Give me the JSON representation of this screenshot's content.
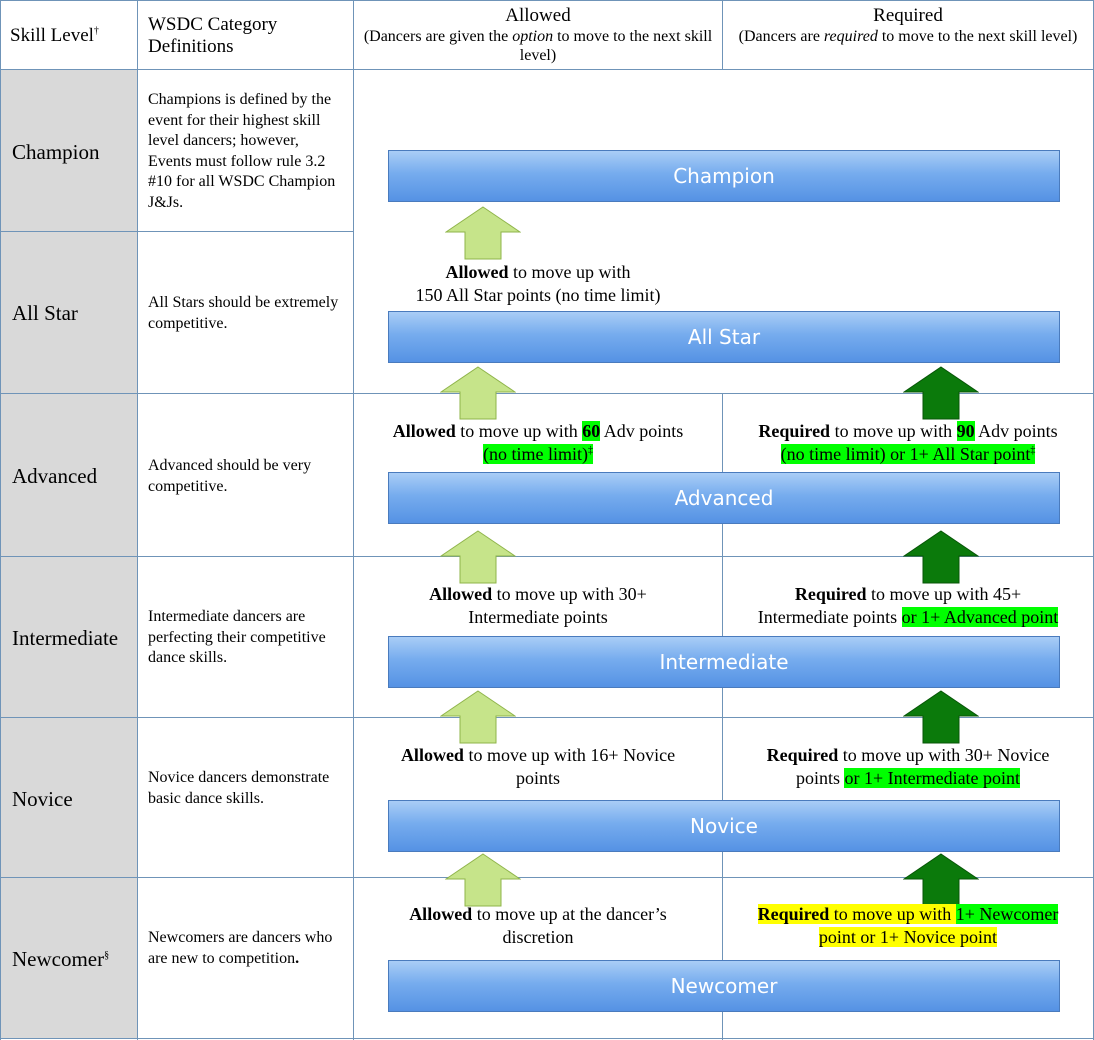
{
  "header": {
    "skill_level": "Skill Level",
    "skill_level_mark": "†",
    "definitions_line1": "WSDC Category",
    "definitions_line2": "Definitions",
    "allowed_title": "Allowed",
    "allowed_sub_pre": "(Dancers are given the ",
    "allowed_sub_em": "option",
    "allowed_sub_post": " to move to the next skill level)",
    "required_title": "Required",
    "required_sub_pre": "(Dancers are ",
    "required_sub_em": "required",
    "required_sub_post": " to move to the next skill level)"
  },
  "levels": [
    {
      "name": "Champion",
      "definition": "Champions is defined by the event for their highest skill level dancers; however, Events must follow rule 3.2 #10 for all WSDC Champion J&Js."
    },
    {
      "name": "All Star",
      "definition": "All Stars should be extremely competitive."
    },
    {
      "name": "Advanced",
      "definition": "Advanced should be very competitive."
    },
    {
      "name": "Intermediate",
      "definition": "Intermediate dancers are perfecting their competitive dance skills."
    },
    {
      "name": "Novice",
      "definition": "Novice dancers demonstrate basic dance skills."
    },
    {
      "name": "Newcomer",
      "name_mark": "§",
      "definition_pre": "Newcomers are dancers who are new to competition",
      "definition_bold": "."
    }
  ],
  "bands": [
    "Champion",
    "All Star",
    "Advanced",
    "Intermediate",
    "Novice",
    "Newcomer"
  ],
  "rules": {
    "allstar_allowed": {
      "bold": "Allowed",
      "l1": " to move up with",
      "l2": "150 All Star points (no time limit)"
    },
    "advanced_allowed": {
      "bold": "Allowed",
      "l1": " to move up with ",
      "num": "60",
      "l1b": " Adv points",
      "l2": "(no time limit)",
      "mark": "‡"
    },
    "advanced_required": {
      "bold": "Required",
      "l1": " to move up with ",
      "num": "90",
      "l1b": " Adv points",
      "l2a": "(no time limit)",
      "l2b": " or 1+ All Star point",
      "mark": "‡"
    },
    "intermediate_allowed": {
      "bold": "Allowed",
      "l1": " to move up with 30+",
      "l2": "Intermediate points"
    },
    "intermediate_required": {
      "bold": "Required",
      "l1": " to move up with 45+",
      "l2a": "Intermediate points ",
      "l2b": "or 1+ Advanced point"
    },
    "novice_allowed": {
      "bold": "Allowed",
      "l1": " to move up with 16+ Novice",
      "l2": "points"
    },
    "novice_required": {
      "bold": "Required",
      "l1": " to move up with 30+ Novice",
      "l2a": "points ",
      "l2b": "or 1+ Intermediate point"
    },
    "newcomer_allowed": {
      "bold": "Allowed",
      "l1": " to move up at the dancer’s",
      "l2": "discretion"
    },
    "newcomer_required": {
      "bold": "Required",
      "l1": " to move up with ",
      "l1b": "1+ Newcomer",
      "l2": "point or 1+ Novice point"
    }
  },
  "colors": {
    "allowed_arrow": "#c6e48a",
    "required_arrow": "#0b7a0b",
    "band": "#6fa5ec",
    "highlight_green": "#00ff00",
    "highlight_yellow": "#ffff00"
  }
}
